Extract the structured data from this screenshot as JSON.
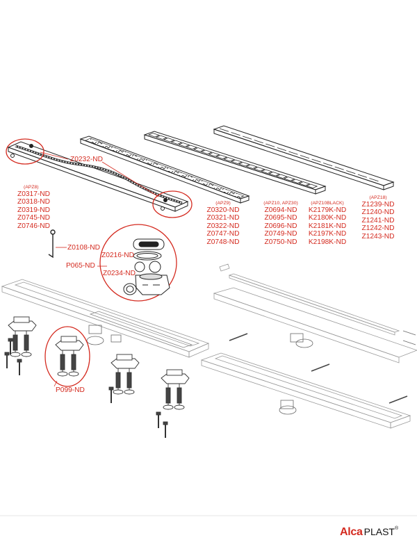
{
  "labels": {
    "z0232": "Z0232-ND",
    "z0108": "Z0108-ND",
    "p065": "P065-ND",
    "z0216": "Z0216-ND",
    "z0234": "Z0234-ND",
    "p099": "P099-ND"
  },
  "groups": {
    "apz8": {
      "header": "(APZ8)",
      "codes": [
        "Z0317-ND",
        "Z0318-ND",
        "Z0319-ND",
        "Z0745-ND",
        "Z0746-ND"
      ]
    },
    "apz9": {
      "header": "(APZ9)",
      "codes": [
        "Z0320-ND",
        "Z0321-ND",
        "Z0322-ND",
        "Z0747-ND",
        "Z0748-ND"
      ]
    },
    "apz10": {
      "header": "(APZ10, APZ30)",
      "codes": [
        "Z0694-ND",
        "Z0695-ND",
        "Z0696-ND",
        "Z0749-ND",
        "Z0750-ND"
      ]
    },
    "apz10black": {
      "header": "(APZ10BLACK)",
      "codes": [
        "K2179K-ND",
        "K2180K-ND",
        "K2181K-ND",
        "K2197K-ND",
        "K2198K-ND"
      ]
    },
    "apz18": {
      "header": "(APZ18)",
      "codes": [
        "Z1239-ND",
        "Z1240-ND",
        "Z1241-ND",
        "Z1242-ND",
        "Z1243-ND"
      ]
    }
  },
  "brand": {
    "part1": "Alca",
    "part2": "PLAST",
    "mark": "®"
  },
  "colors": {
    "accent": "#d42a1f",
    "line": "#222222",
    "faint": "#9a9a9a"
  }
}
